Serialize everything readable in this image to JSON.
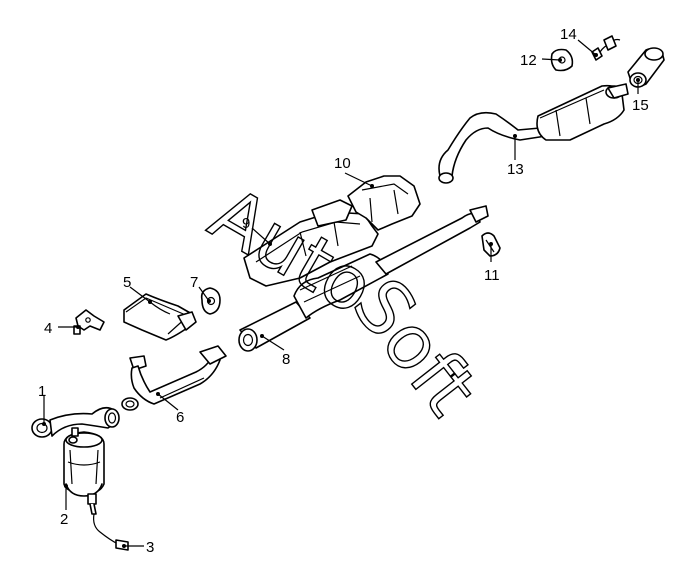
{
  "watermark": {
    "word1": "Auto",
    "word2": "Soft"
  },
  "callouts": [
    {
      "id": "1",
      "text": "1"
    },
    {
      "id": "2",
      "text": "2"
    },
    {
      "id": "3",
      "text": "3"
    },
    {
      "id": "4",
      "text": "4"
    },
    {
      "id": "5",
      "text": "5"
    },
    {
      "id": "6",
      "text": "6"
    },
    {
      "id": "7",
      "text": "7"
    },
    {
      "id": "8",
      "text": "8"
    },
    {
      "id": "9",
      "text": "9"
    },
    {
      "id": "10",
      "text": "10"
    },
    {
      "id": "11",
      "text": "11"
    },
    {
      "id": "12",
      "text": "12"
    },
    {
      "id": "13",
      "text": "13"
    },
    {
      "id": "14",
      "text": "14"
    },
    {
      "id": "15",
      "text": "15"
    }
  ]
}
